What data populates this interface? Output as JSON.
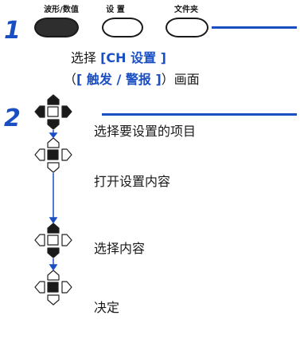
{
  "steps": {
    "step1": {
      "number": "1",
      "keys": [
        {
          "label": "波形/数值",
          "pressed": true
        },
        {
          "label": "设 置",
          "pressed": false
        },
        {
          "label": "文件夹",
          "pressed": false
        }
      ],
      "line1_prefix": "选择 ",
      "line1_highlight": "[CH 设置 ]",
      "line2_open": "（",
      "line2_highlight": "[ 触发 / 警报 ]",
      "line2_suffix": "）画面"
    },
    "step2": {
      "number": "2",
      "rows": [
        {
          "text": "选择要设置的项目"
        },
        {
          "text": "打开设置内容"
        },
        {
          "text": "选择内容"
        },
        {
          "text": "决定"
        }
      ]
    }
  },
  "colors": {
    "accent": "#1a4fc4",
    "dark_key": "#2e2e2e"
  }
}
